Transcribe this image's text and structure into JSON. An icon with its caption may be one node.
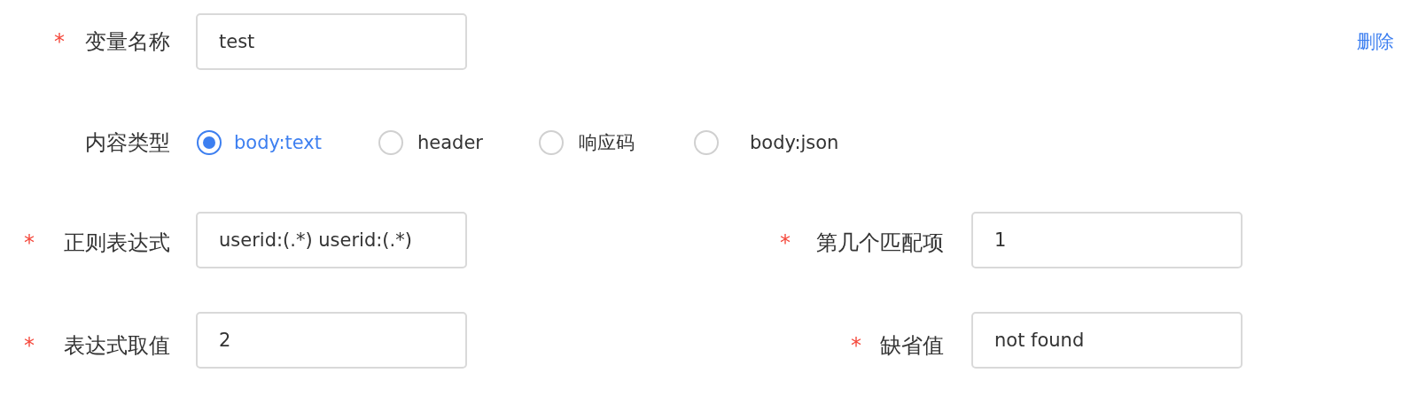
{
  "diagram": {
    "nodes": [
      {
        "text": [
          "test"
        ]
      },
      {
        "text": [
          "userid:(.*) userid:(.*)"
        ]
      },
      {
        "text": [
          "1"
        ]
      },
      {
        "text": [
          "2"
        ]
      },
      {
        "text": [
          "not found"
        ]
      }
    ],
    "labels": [
      "*",
      "变量名称",
      "删除",
      "内容类型",
      "body:text",
      "header",
      "响应码",
      "body:json",
      "*",
      "正则表达式",
      "*",
      "第几个匹配项",
      "*",
      "表达式取值",
      "*",
      "缺省值"
    ]
  }
}
